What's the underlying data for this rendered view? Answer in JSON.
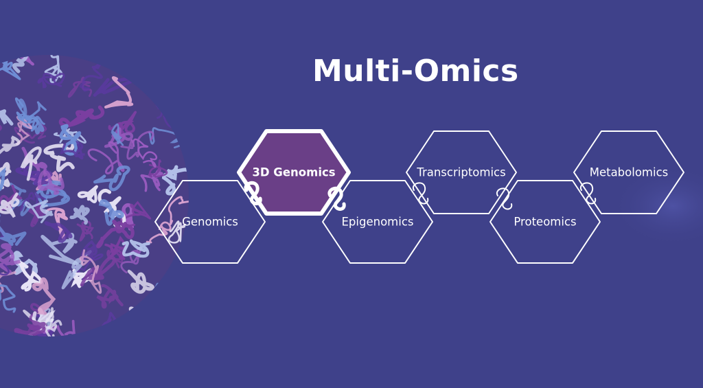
{
  "title": "Multi-Omics",
  "colors": {
    "background": "#3f418a",
    "outline": "#ffffff",
    "highlight_fill": "#6a3f87",
    "strand_purple": "#7a3fa0",
    "strand_blue": "#6f8fd6",
    "strand_light": "#e9e6f6",
    "strand_pink": "#d9a3cf"
  },
  "hexagons": [
    {
      "id": "genomics",
      "label": "Genomics",
      "row": "bottom",
      "highlighted": false
    },
    {
      "id": "3d-genomics",
      "label": "3D Genomics",
      "row": "top",
      "highlighted": true
    },
    {
      "id": "epigenomics",
      "label": "Epigenomics",
      "row": "bottom",
      "highlighted": false
    },
    {
      "id": "transcriptomics",
      "label": "Transcriptomics",
      "row": "top",
      "highlighted": false
    },
    {
      "id": "proteomics",
      "label": "Proteomics",
      "row": "bottom",
      "highlighted": false
    },
    {
      "id": "metabolomics",
      "label": "Metabolomics",
      "row": "top",
      "highlighted": false
    }
  ]
}
